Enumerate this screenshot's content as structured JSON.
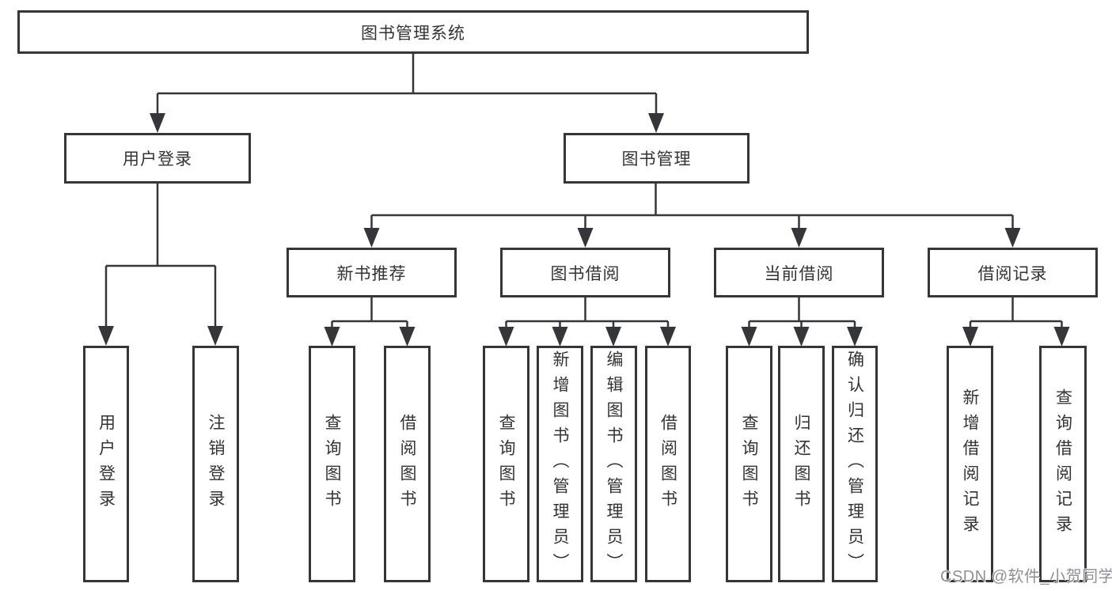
{
  "diagram": {
    "root": {
      "label": "图书管理系统"
    },
    "level2": {
      "user_login": "用户登录",
      "book_mgmt": "图书管理"
    },
    "level3": {
      "new_books": "新书推荐",
      "book_borrow": "图书借阅",
      "current_borrow": "当前借阅",
      "borrow_records": "借阅记录"
    },
    "leaves": {
      "user_login": "用户登录",
      "logout": "注销登录",
      "nb_query": "查询图书",
      "nb_borrow": "借阅图书",
      "bb_query": "查询图书",
      "bb_add": "新增图书（管理员）",
      "bb_edit": "编辑图书（管理员）",
      "bb_borrow": "借阅图书",
      "cb_query": "查询图书",
      "cb_return": "归还图书",
      "cb_confirm": "确认归还（管理员）",
      "br_add": "新增借阅记录",
      "br_query": "查询借阅记录"
    }
  },
  "watermark": {
    "text": "CSDN @软件_小贺同学"
  },
  "colors": {
    "line": "#35363a",
    "text": "#333333",
    "watermark": "#8f9097",
    "background": "#ffffff"
  }
}
